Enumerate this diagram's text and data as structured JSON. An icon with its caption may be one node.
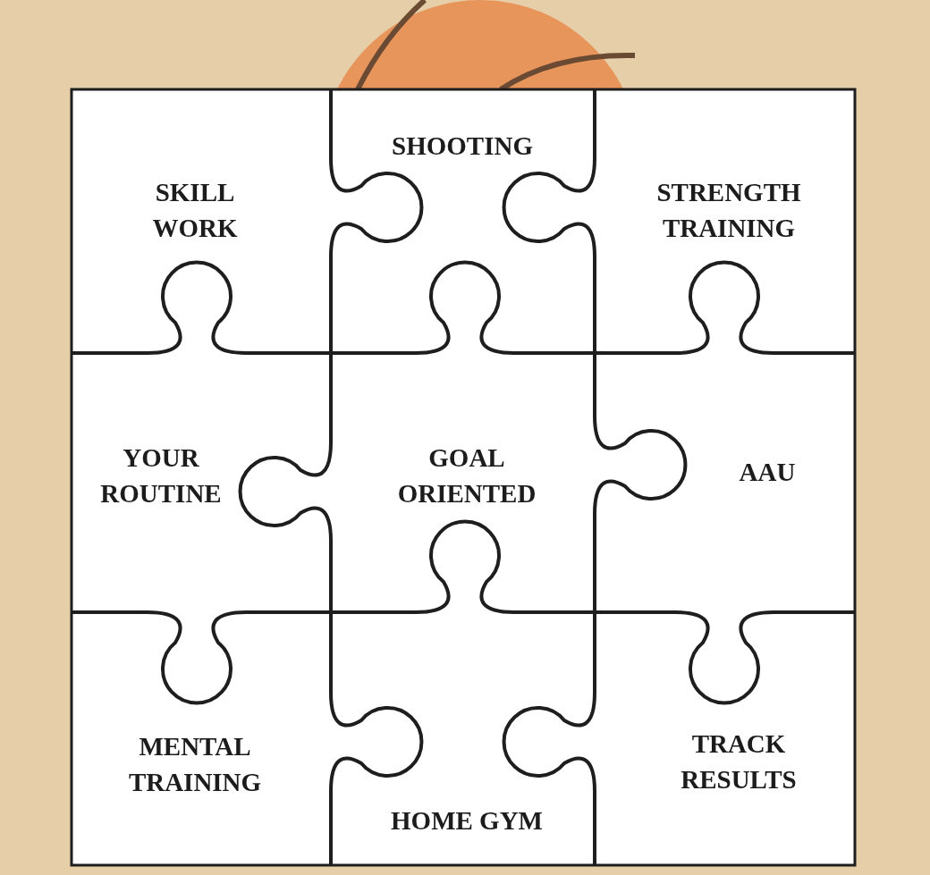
{
  "diagram": {
    "nodes": [
      {
        "text": [
          "SKILL WORK"
        ]
      },
      {
        "text": [
          "SHOOTING"
        ]
      },
      {
        "text": [
          "STRENGTH TRAINING"
        ]
      },
      {
        "text": [
          "YOUR ROUTINE"
        ]
      },
      {
        "text": [
          "GOAL ORIENTED"
        ]
      },
      {
        "text": [
          "AAU"
        ]
      },
      {
        "text": [
          "MENTAL TRAINING"
        ]
      },
      {
        "text": [
          "HOME GYM"
        ]
      },
      {
        "text": [
          "TRACK RESULTS"
        ]
      }
    ]
  }
}
